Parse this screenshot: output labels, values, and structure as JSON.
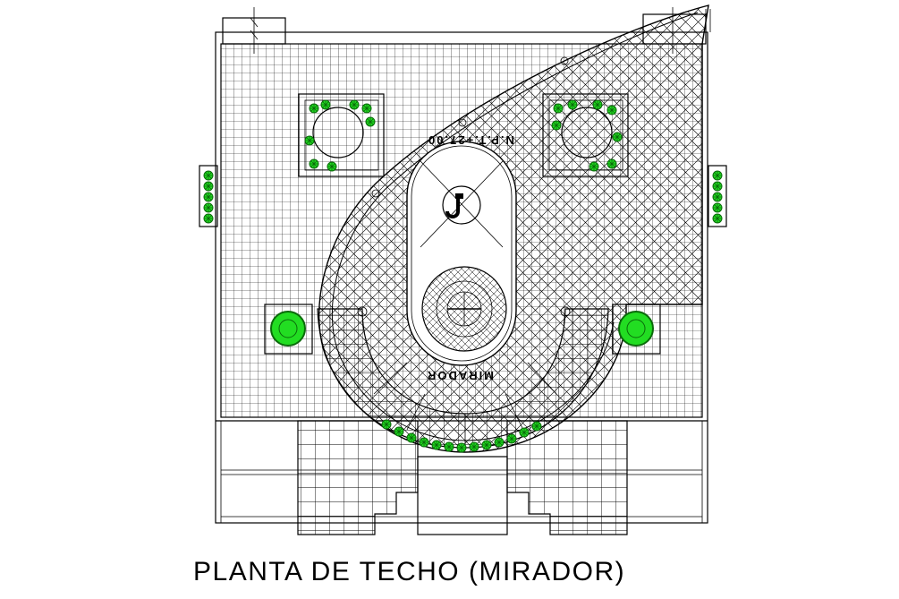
{
  "drawing": {
    "title": "PLANTA DE TECHO (MIRADOR)",
    "level_label": "N.P.T.+27.00",
    "room_label": "MIRADOR"
  },
  "colors": {
    "line": "#000000",
    "plant": "#22dd22",
    "plant_dark": "#0a6a0a",
    "background": "#ffffff"
  }
}
